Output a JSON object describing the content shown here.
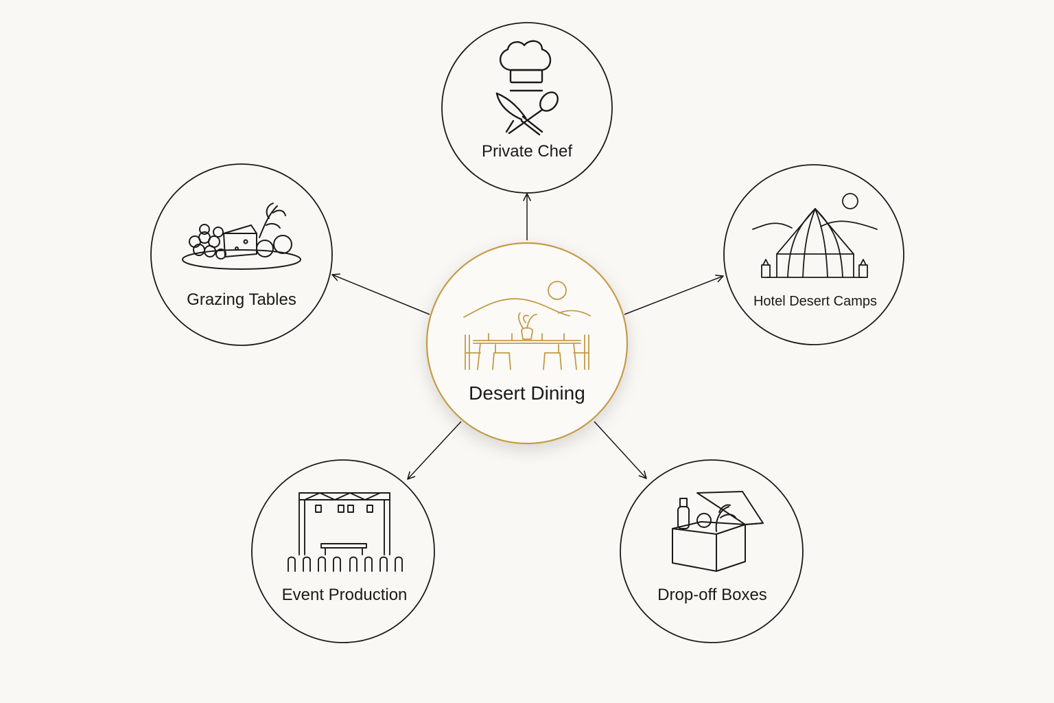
{
  "center": {
    "label": "Desert Dining",
    "icon": "desert-table-icon",
    "accent": "#c49a45"
  },
  "nodes": [
    {
      "id": "private-chef",
      "label": "Private Chef",
      "icon": "chef-hat-utensils-icon"
    },
    {
      "id": "hotel-desert-camps",
      "label": "Hotel Desert Camps",
      "icon": "tent-icon"
    },
    {
      "id": "drop-off-boxes",
      "label": "Drop-off Boxes",
      "icon": "box-icon"
    },
    {
      "id": "event-production",
      "label": "Event Production",
      "icon": "stage-icon"
    },
    {
      "id": "grazing-tables",
      "label": "Grazing Tables",
      "icon": "platter-icon"
    }
  ],
  "colors": {
    "background": "#f9f8f4",
    "line": "#1a1a1a",
    "accent": "#c49a45"
  }
}
